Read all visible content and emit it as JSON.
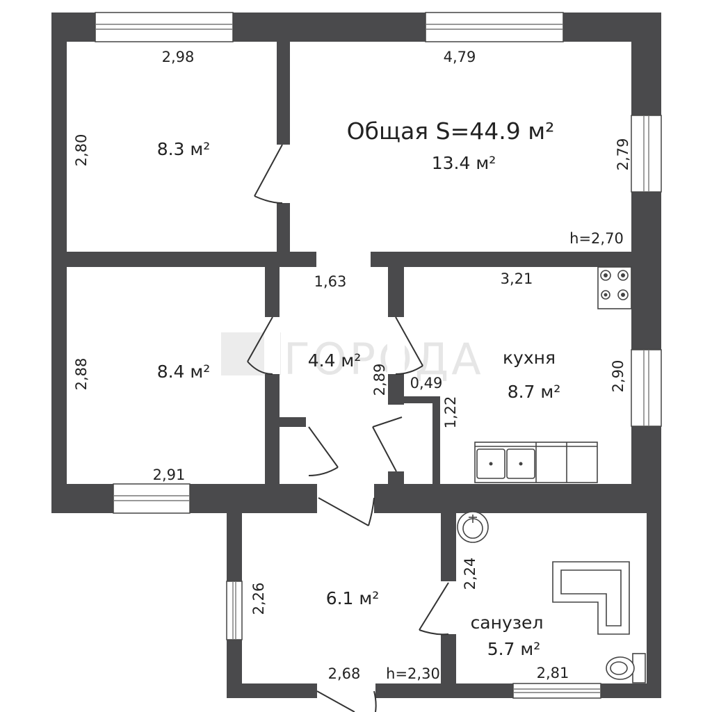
{
  "colors": {
    "wall": "#4a4a4c",
    "window_frame": "#444444",
    "watermark": "#e6e6e6"
  },
  "watermark": {
    "text": "ГОРОДА"
  },
  "summary": {
    "total_area": "Общая S=44.9 м²",
    "ceiling_main": "h=2,70",
    "ceiling_annex": "h=2,30"
  },
  "rooms": {
    "room_top_left": {
      "area": "8.3 м²",
      "width": "2,98",
      "height": "2,80"
    },
    "room_top_right": {
      "area": "13.4 м²",
      "width": "4,79",
      "height": "2,79"
    },
    "room_mid_left": {
      "area": "8.4 м²",
      "width": "2,91",
      "height": "2,88"
    },
    "hallway": {
      "area": "4.4 м²",
      "width": "1,63",
      "height": "2,89"
    },
    "closet": {
      "width": "0,49",
      "height": "1,22"
    },
    "kitchen": {
      "name": "кухня",
      "area": "8.7 м²",
      "width": "3,21",
      "height": "2,90"
    },
    "entrance": {
      "area": "6.1 м²",
      "width": "2,68",
      "height": "2,26"
    },
    "bathroom": {
      "name": "санузел",
      "area": "5.7 м²",
      "width": "2,81",
      "height": "2,24"
    }
  }
}
